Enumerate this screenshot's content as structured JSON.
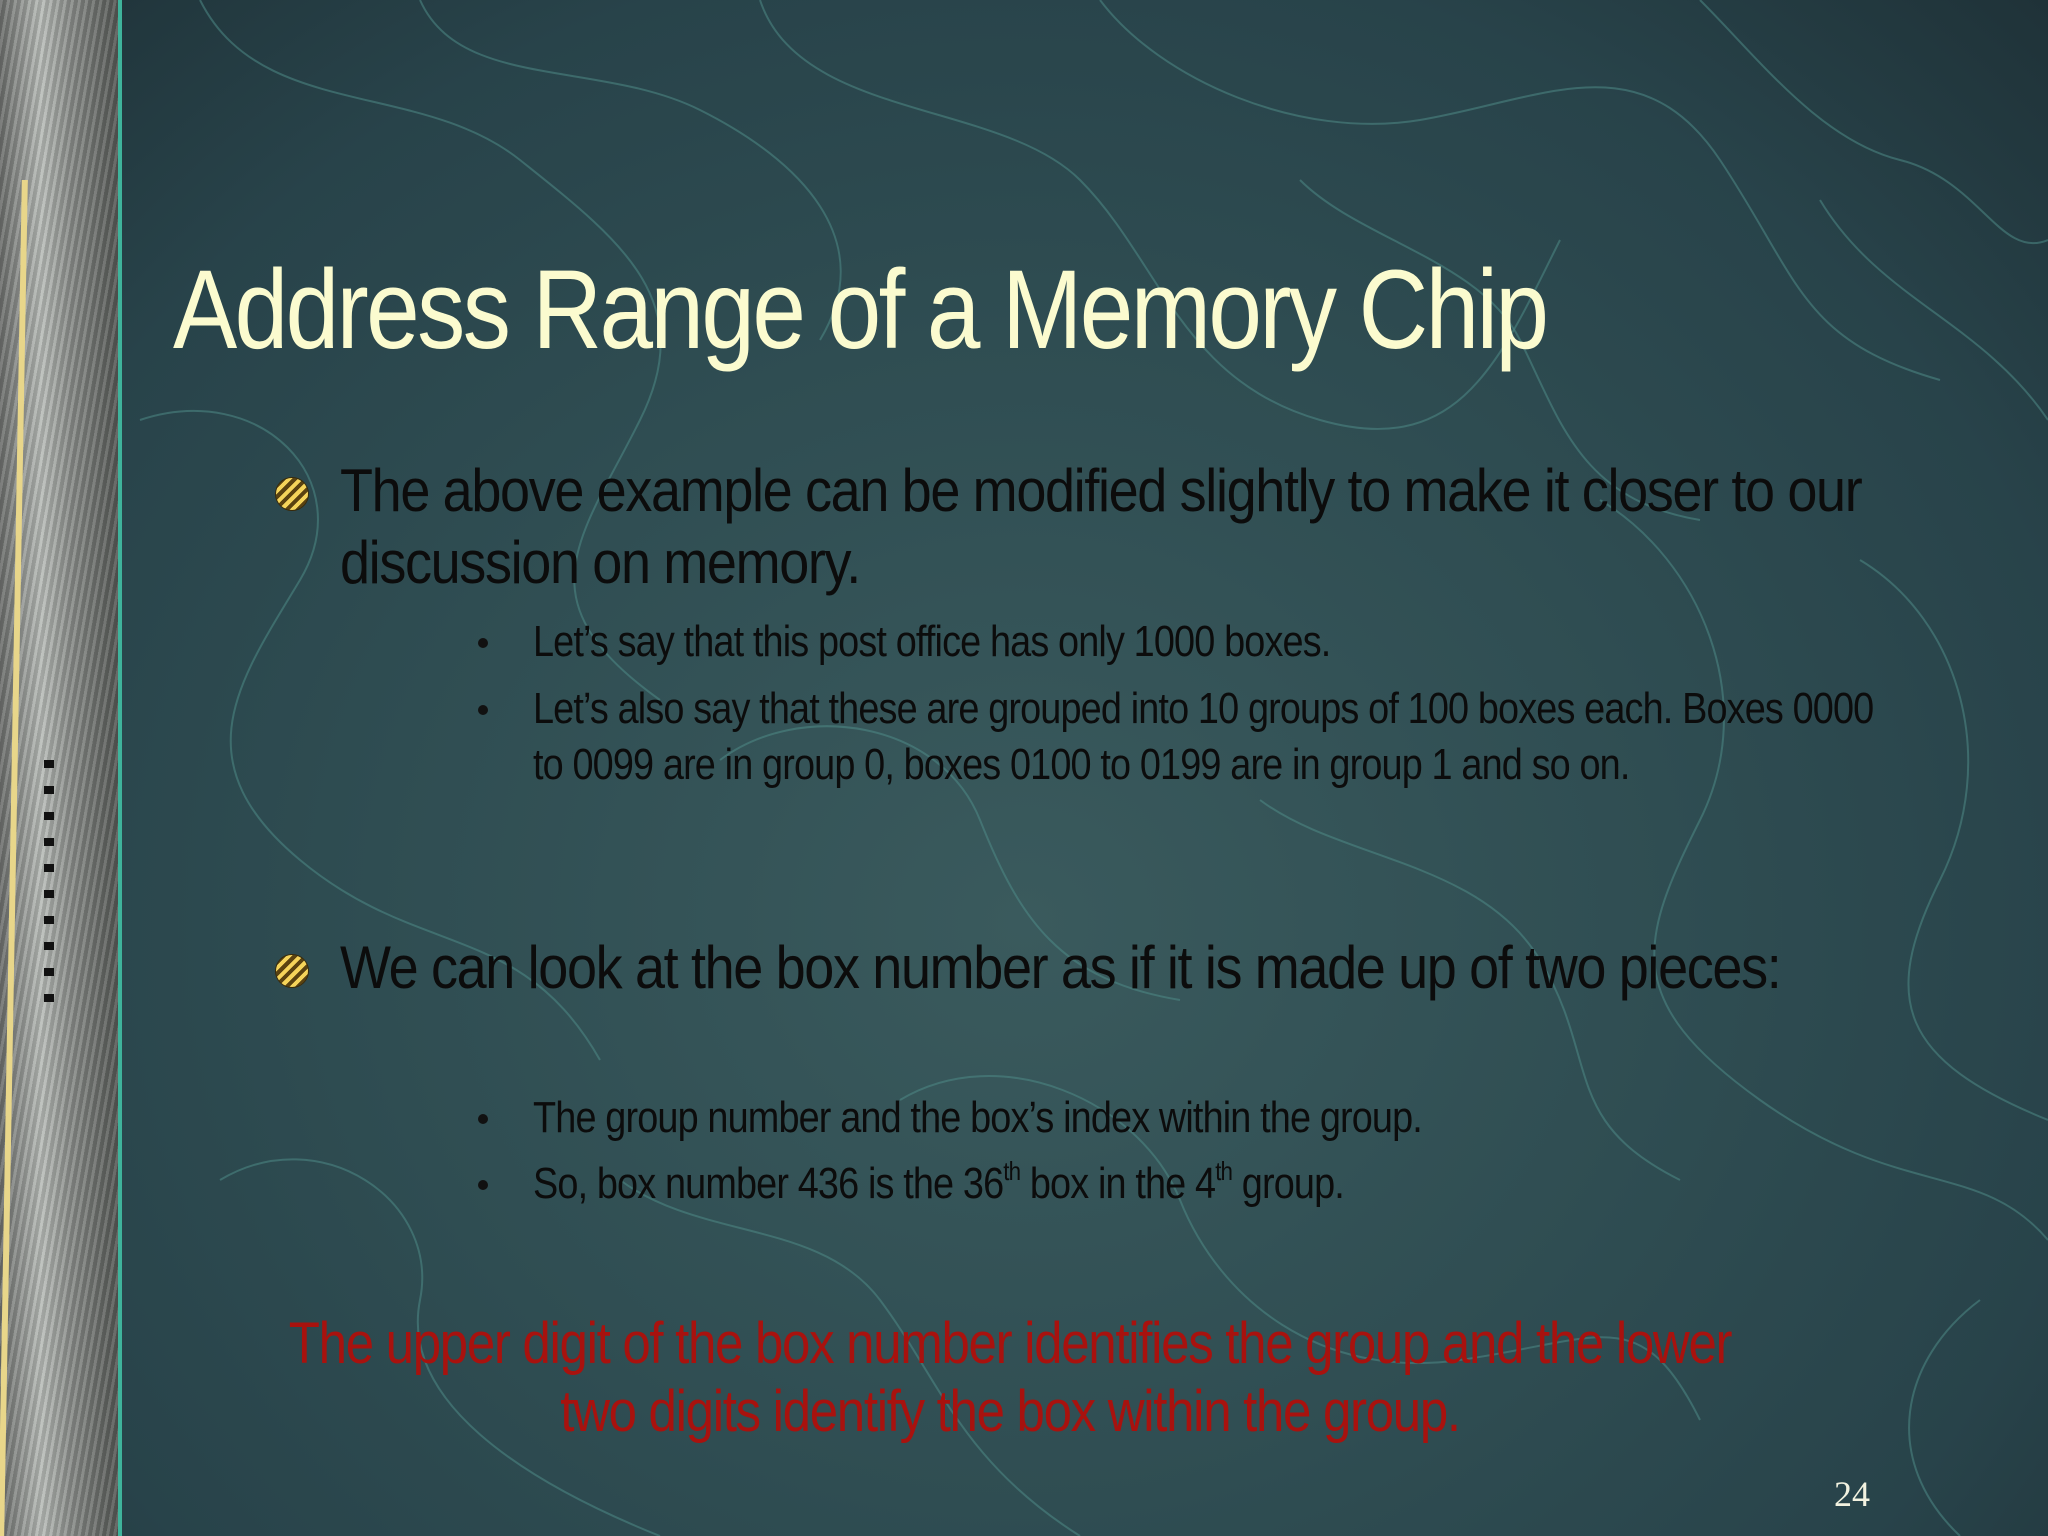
{
  "slide": {
    "title": "Address Range of a Memory Chip",
    "bullet1": {
      "text": "The above example can be modified slightly to make it closer to our discussion on memory.",
      "sub": [
        "Let’s say that this post office has only 1000 boxes.",
        "Let’s also say that these are grouped into 10 groups of 100 boxes each. Boxes 0000 to 0099 are in group 0, boxes 0100 to 0199 are in group 1 and so on."
      ]
    },
    "bullet2": {
      "text": "We can look at the box number as if it is made up of two pieces:",
      "sub1": "The group number and the box’s index within the group.",
      "sub2": {
        "part1": "So, box number 436 is the 36",
        "sup1": "th",
        "part2": " box in the 4",
        "sup2": "th",
        "part3": " group."
      }
    },
    "highlight": "The upper digit of the box number identifies the group and the lower two digits identify the box within the group.",
    "page_number": "24",
    "colors": {
      "title": "#fbfbcf",
      "highlight": "#a8120e",
      "background": "#2f4d52"
    }
  }
}
